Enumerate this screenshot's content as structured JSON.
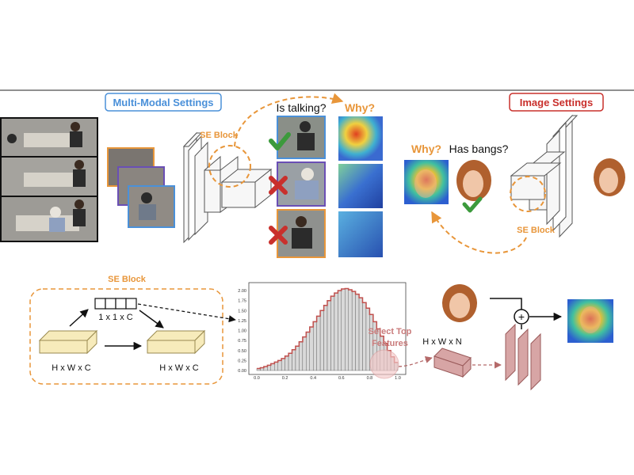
{
  "multimodal": {
    "title": "Multi-Modal Settings",
    "se_block_label": "SE Block",
    "question": "Is talking?",
    "why": "Why?"
  },
  "image_settings": {
    "title": "Image Settings",
    "why": "Why?",
    "question": "Has bangs?",
    "se_block_label": "SE Block"
  },
  "se_block_detail": {
    "title": "SE Block",
    "input_dim": "H x W x C",
    "squeeze_dim": "1 x 1 x C",
    "output_dim": "H x W x C"
  },
  "selection": {
    "select_label_line1": "Select Top",
    "select_label_line2": "Features",
    "feature_dim": "H x W x N",
    "plus": "+"
  },
  "chart_data": {
    "type": "bar",
    "title": "",
    "xlabel": "",
    "ylabel": "",
    "xlim": [
      0.0,
      1.0
    ],
    "ylim": [
      0,
      2.1
    ],
    "x_ticks": [
      "0.0",
      "0.2",
      "0.4",
      "0.6",
      "0.8",
      "1.0"
    ],
    "y_ticks": [
      "0.00",
      "0.25",
      "0.50",
      "0.75",
      "1.00",
      "1.25",
      "1.50",
      "1.75",
      "2.00"
    ],
    "bin_width": 0.025,
    "values": [
      0.05,
      0.07,
      0.1,
      0.13,
      0.17,
      0.21,
      0.25,
      0.3,
      0.36,
      0.43,
      0.52,
      0.61,
      0.72,
      0.84,
      0.96,
      1.09,
      1.22,
      1.36,
      1.5,
      1.63,
      1.75,
      1.86,
      1.94,
      2.0,
      2.04,
      2.05,
      2.02,
      1.98,
      1.91,
      1.82,
      1.7,
      1.56,
      1.4,
      1.22,
      1.04,
      0.86,
      0.68,
      0.5,
      0.34,
      0.2
    ],
    "colors": {
      "bar": "#d9d9d9",
      "edge": "#555555",
      "curve": "#c0504d"
    }
  },
  "colors": {
    "blue": "#4a90d9",
    "orange": "#e8963a",
    "red": "#c9302c",
    "purple": "#6a4fb5",
    "green": "#3c9a3c",
    "yellow_fill": "#f7ebbb",
    "feature_fill": "#d7a5a5"
  }
}
